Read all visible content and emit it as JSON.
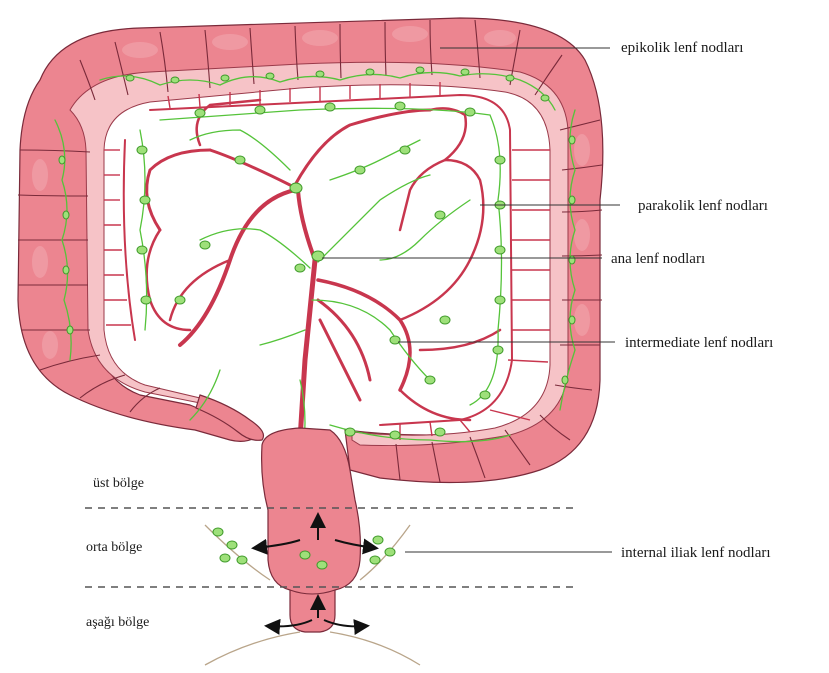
{
  "labels": {
    "epicolic": "epikolik lenf nodları",
    "paracolic": "parakolik lenf nodları",
    "main": "ana lenf nodları",
    "intermediate": "intermediate lenf nodları",
    "internal_iliac": "internal iliak lenf nodları"
  },
  "zones": {
    "upper": "üst bölge",
    "middle": "orta bölge",
    "lower": "aşağı bölge"
  },
  "colors": {
    "colon": "#ec8590",
    "vessel": "#c8364e",
    "lymph": "#55c33a",
    "node": "#9ee07a"
  }
}
